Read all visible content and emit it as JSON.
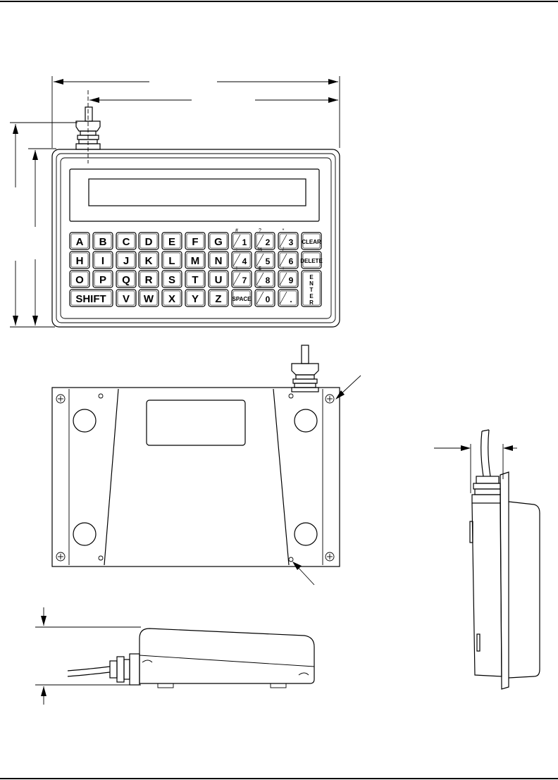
{
  "keypad": {
    "letter_rows": [
      [
        "A",
        "B",
        "C",
        "D",
        "E",
        "F",
        "G"
      ],
      [
        "H",
        "I",
        "J",
        "K",
        "L",
        "M",
        "N"
      ],
      [
        "O",
        "P",
        "Q",
        "R",
        "S",
        "T",
        "U"
      ]
    ],
    "shift_label": "SHIFT",
    "bottom_letters": [
      "V",
      "W",
      "X",
      "Y",
      "Z"
    ],
    "space_label": "SPACE",
    "numeric_rows": [
      [
        {
          "main": "1",
          "sym": "#"
        },
        {
          "main": "2",
          "sym": "?"
        },
        {
          "main": "3",
          "sym": "*"
        }
      ],
      [
        {
          "main": "4",
          "sym": ":"
        },
        {
          "main": "5",
          "sym": "%"
        },
        {
          "main": "6",
          "sym": "/"
        }
      ],
      [
        {
          "main": "7",
          "sym": "!"
        },
        {
          "main": "8",
          "sym": "$"
        },
        {
          "main": "9",
          "sym": "+"
        }
      ],
      [
        {
          "main": "0",
          "sym": "="
        },
        {
          "main": ".",
          "sym": "-"
        }
      ]
    ],
    "clear_label": "CLEAR",
    "delete_label": "DELETE",
    "enter_letters": [
      "E",
      "N",
      "T",
      "E",
      "R"
    ]
  }
}
